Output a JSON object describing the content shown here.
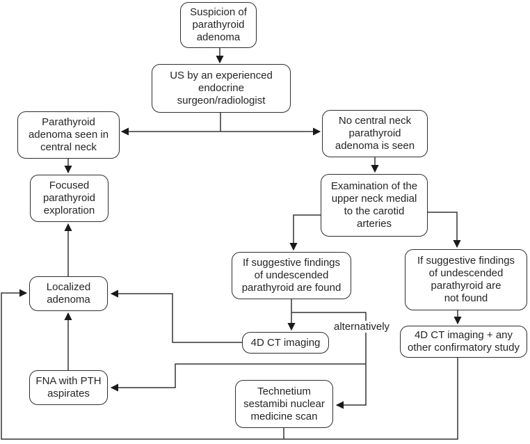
{
  "nodes": {
    "suspicion": {
      "label": "Suspicion of\nparathyroid\nadenoma"
    },
    "us": {
      "label": "US by an experienced\nendocrine\nsurgeon/radiologist"
    },
    "seen": {
      "label": "Parathyroid\nadenoma seen in\ncentral neck"
    },
    "focused": {
      "label": "Focused\nparathyroid\nexploration"
    },
    "notseen": {
      "label": "No central neck\nparathyroid\nadenoma is seen"
    },
    "exam": {
      "label": "Examination of the\nupper neck medial\nto the carotid\narteries"
    },
    "found": {
      "label": "If suggestive findings\nof undescended\nparathyroid are found"
    },
    "ct": {
      "label": "4D CT imaging"
    },
    "notfound": {
      "label": "If suggestive findings\nof undescended\nparathyroid are\nnot found"
    },
    "ctconfirm": {
      "label": "4D CT imaging + any\nother confirmatory study"
    },
    "localized": {
      "label": "Localized\nadenoma"
    },
    "fna": {
      "label": "FNA with PTH\naspirates"
    },
    "technetium": {
      "label": "Technetium\nsestamibi nuclear\nmedicine scan"
    }
  },
  "annotations": {
    "alternatively": "alternatively"
  },
  "colors": {
    "background": "#ffffff",
    "line": "#333333",
    "node_border": "#2d2d2d",
    "text": "#242424"
  }
}
